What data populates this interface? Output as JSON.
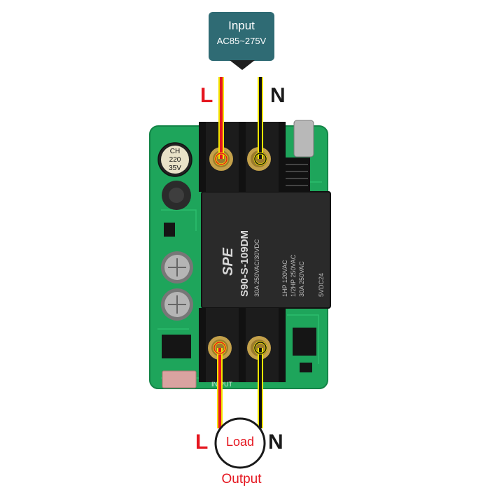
{
  "input_box": {
    "title": "Input",
    "voltage": "AC85~275V"
  },
  "terminals": {
    "input_live_label": "L",
    "input_neutral_label": "N",
    "output_live_label": "L",
    "output_neutral_label": "N"
  },
  "load": {
    "label": "Load",
    "caption": "Output"
  },
  "capacitor": {
    "line1": "CH",
    "line2": "220",
    "line3": "35V"
  },
  "relay": {
    "brand": "SPE",
    "model": "S90-S-109DM",
    "rating": "30A 250VAC/30VDC",
    "spec1": "1HP 120VAC",
    "spec2": "1/2HP 250VAC",
    "spec3": "30A 250VAC",
    "spec4": "5VDC24"
  },
  "pcb_silkscreen": "IN-PUT",
  "colors": {
    "live_wire": "#e5161f",
    "neutral_wire": "#111111",
    "wire_outline": "#f3e500",
    "pcb": "#1ea55b",
    "terminal": "#1c1c1c",
    "input_box": "#2f6b74"
  }
}
